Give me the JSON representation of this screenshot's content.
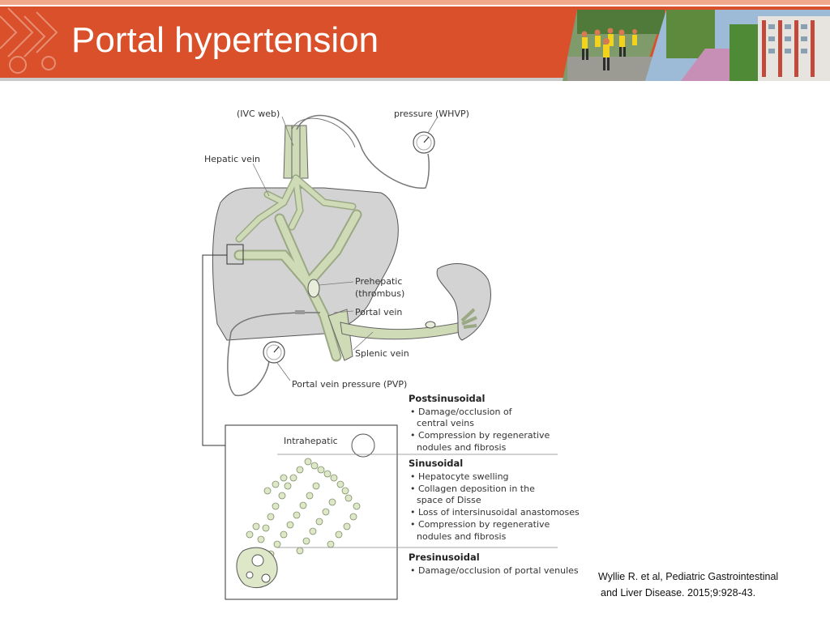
{
  "slide": {
    "title": "Portal hypertension",
    "colors": {
      "banner": "#d9502a",
      "banner_left": "#e46a3d",
      "vein": "#cfdbb6",
      "liver": "#d3d3d3"
    },
    "icons": [
      "decorative-pattern-icon",
      "runners-photo",
      "campus-photo"
    ]
  },
  "diagram": {
    "labels": {
      "ivc_web": "(IVC web)",
      "whvp": "pressure (WHVP)",
      "hepatic_vein": "Hepatic vein",
      "prehepatic_1": "Prehepatic",
      "prehepatic_2": "(thrombus)",
      "portal_vein": "Portal vein",
      "splenic_vein": "Splenic vein",
      "pvp": "Portal vein pressure (PVP)",
      "intrahepatic": "Intrahepatic"
    },
    "sections": {
      "postsinusoidal": {
        "title": "Postsinusoidal",
        "lines": [
          "• Damage/occlusion of",
          "central veins",
          "• Compression by regenerative",
          "nodules and fibrosis"
        ]
      },
      "sinusoidal": {
        "title": "Sinusoidal",
        "lines": [
          "• Hepatocyte swelling",
          "• Collagen deposition in the",
          "space of Disse",
          "• Loss of intersinusoidal anastomoses",
          "• Compression by regenerative",
          "nodules and fibrosis"
        ]
      },
      "presinusoidal": {
        "title": "Presinusoidal",
        "lines": [
          "• Damage/occlusion of portal venules"
        ]
      }
    }
  },
  "citation": {
    "line1": "Wyllie R. et al, Pediatric Gastrointestinal",
    "line2": "and Liver Disease. 2015;9:928-43."
  }
}
